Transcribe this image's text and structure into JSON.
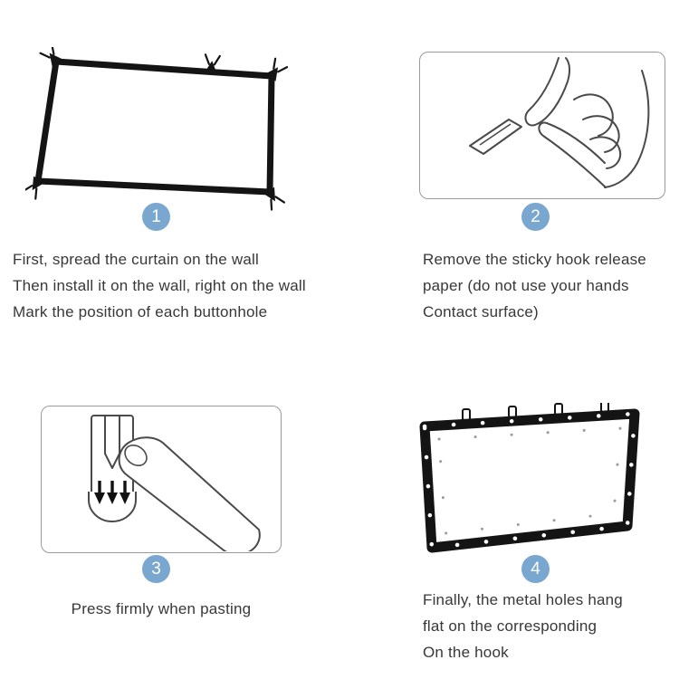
{
  "colors": {
    "step_circle": "#7aa7cf",
    "text": "#383838",
    "screen_border": "#141414",
    "box_border": "#9a9a9a",
    "sketch_stroke": "#4a4a4a"
  },
  "illustrations": {
    "step1": "screen-spread-on-wall-with-clips",
    "step2": "hands-peeling-hook-release-paper",
    "step3": "finger-pressing-adhesive-hook",
    "step4": "screen-hanging-on-hooks"
  },
  "steps": [
    {
      "number": "1",
      "lines": [
        "First, spread the curtain on the wall",
        "Then install it on the wall, right on the wall",
        "Mark the position of each buttonhole"
      ]
    },
    {
      "number": "2",
      "lines": [
        "Remove the sticky hook release",
        "paper (do not use your hands",
        "Contact surface)"
      ]
    },
    {
      "number": "3",
      "lines": [
        "Press firmly when pasting"
      ]
    },
    {
      "number": "4",
      "lines": [
        "Finally, the metal holes hang",
        "flat on the corresponding",
        "On the hook"
      ]
    }
  ]
}
